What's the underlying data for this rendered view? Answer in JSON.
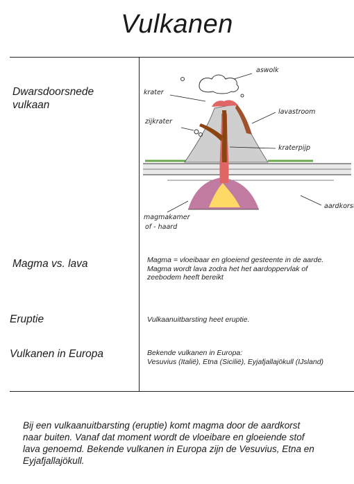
{
  "title": "Vulkanen",
  "rows": [
    {
      "label": "Dwarsdoorsnede vulkaan",
      "label_lines": [
        "Dwarsdoorsnede",
        "vulkaan"
      ]
    },
    {
      "label": "Magma vs. lava",
      "desc_lines": [
        "Magma = vloeibaar en gloeiend gesteente in de aarde.",
        "Magma wordt lava zodra het het aardoppervlak of",
        "zeebodem heeft bereikt"
      ]
    },
    {
      "label": "Eruptie",
      "desc_lines": [
        "Vulkaanuitbarsting heet eruptie."
      ]
    },
    {
      "label": "Vulkanen in Europa",
      "desc_lines": [
        "Bekende vulkanen in Europa:",
        "Vesuvius (Italië), Etna (Sicilië), Eyjafjallajökull (IJsland)"
      ]
    }
  ],
  "diagram": {
    "labels": {
      "aswolk": "aswolk",
      "krater": "krater",
      "zijkrater": "zijkrater",
      "lavastroom": "lavastroom",
      "kraterpijp": "kraterpijp",
      "aardkorst": "aardkorst",
      "magmakamer": "magmakamer",
      "haard": "of - haard"
    }
  },
  "summary_lines": [
    "Bij een vulkaanuitbarsting (eruptie) komt magma door de aardkorst",
    "naar buiten. Vanaf dat moment wordt de vloeibare en gloeiende stof",
    "lava genoemd. Bekende vulkanen in Europa zijn de Vesuvius, Etna en",
    "Eyjafjallajökull."
  ]
}
